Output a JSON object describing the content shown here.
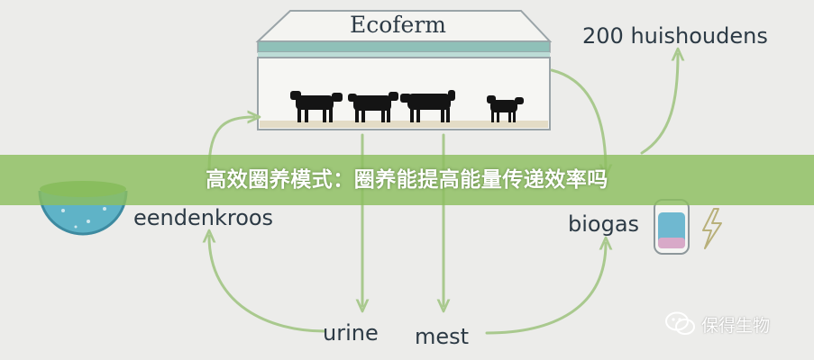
{
  "labels": {
    "farm": "Ecoferm",
    "households": "200 huishoudens",
    "duckweed": "eendenkroos",
    "biogas": "biogas",
    "urine": "urine",
    "manure": "mest"
  },
  "banner": {
    "text": "高效圈养模式：圈养能提高能量传递效率吗"
  },
  "watermark": {
    "text": "保得生物"
  },
  "colors": {
    "arrow": "#a9c98e",
    "text": "#2c3a45",
    "roof": "#7fb6b0",
    "water": "#5fb6c9",
    "banner": "#8cbe5f"
  },
  "icons": [
    "cow-icon",
    "duckweed-bowl-icon",
    "biogas-tank-icon",
    "lightning-icon",
    "wechat-icon"
  ]
}
